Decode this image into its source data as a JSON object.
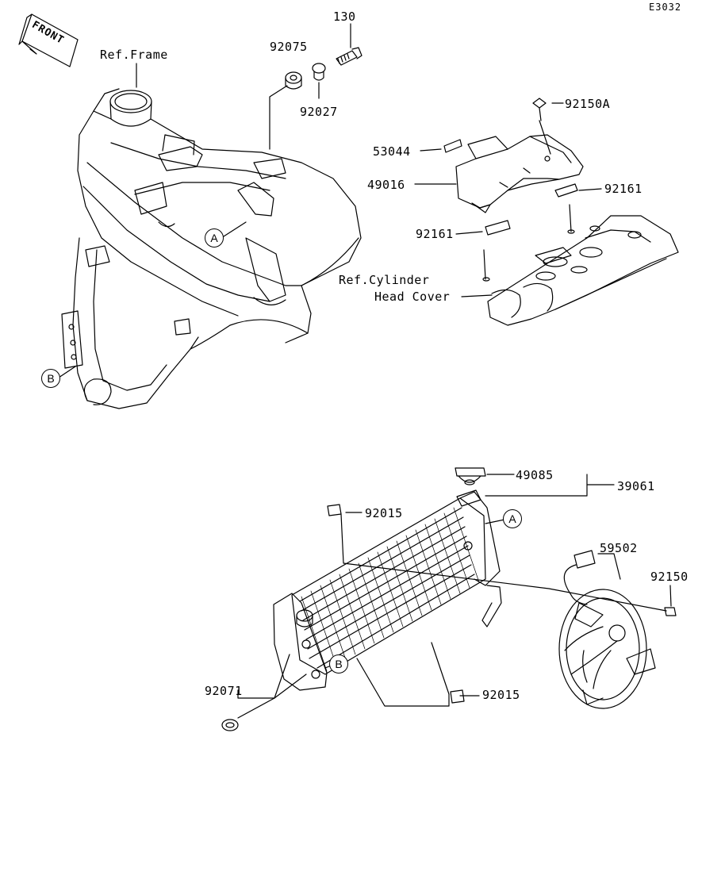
{
  "diagram_code": "E3032",
  "front_label": "FRONT",
  "ref_frame": "Ref.Frame",
  "ref_cylinder_line1": "Ref.Cylinder",
  "ref_cylinder_line2": "Head Cover",
  "callouts": {
    "a_upper": "A",
    "b_upper": "B",
    "a_lower": "A",
    "b_lower": "B"
  },
  "parts": {
    "p130": "130",
    "p92075": "92075",
    "p92027": "92027",
    "p92150A": "92150A",
    "p53044": "53044",
    "p49016": "49016",
    "p92161_right": "92161",
    "p92161_left": "92161",
    "p49085": "49085",
    "p39061": "39061",
    "p92015_top": "92015",
    "p59502": "59502",
    "p92150": "92150",
    "p92071": "92071",
    "p92015_bottom": "92015"
  }
}
